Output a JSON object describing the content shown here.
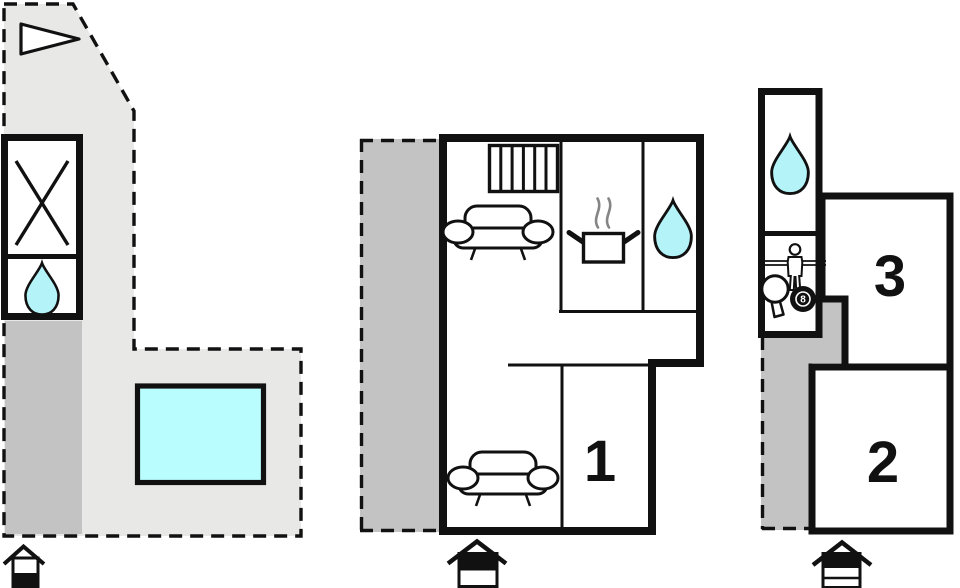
{
  "floorplan": {
    "room_labels": {
      "room1": "1",
      "room2": "2",
      "room3": "3"
    },
    "eight_ball_label": "8",
    "colors": {
      "wall": "#111111",
      "yard": "#e8e8e7",
      "terrace": "#c3c3c3",
      "pool": "#b9fdfe",
      "water": "#b4f4f8",
      "steam": "#858585",
      "white": "#ffffff"
    },
    "icons": {
      "flag": "boat-flag-icon",
      "cross": "utility-room-icon",
      "drop": "water-drop-icon",
      "pool": "swimming-pool-icon",
      "stairs": "stairs-icon",
      "sofa": "sofa-icon",
      "pot": "cooking-pot-icon",
      "foosball": "foosball-player-icon",
      "paddle": "table-tennis-paddle-icon",
      "eight_ball": "billiard-8-ball-icon",
      "entrance": "entrance-house-icon"
    }
  }
}
